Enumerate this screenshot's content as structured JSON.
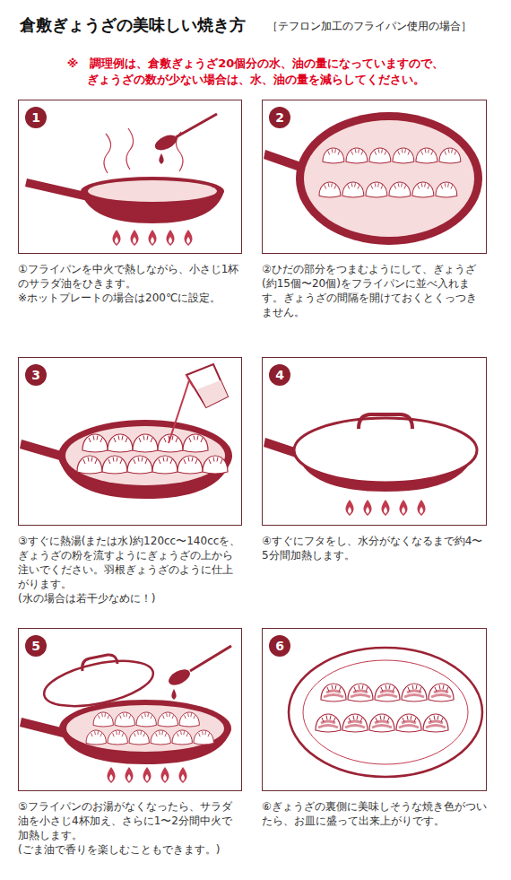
{
  "diagram": {
    "title": "倉敷ぎょうざの美味しい焼き方",
    "nodes": [
      {
        "text": [
          "1",
          "①フライパンを中火で熱しながら、小さじ1杯のサラダ油をひきます。",
          "※ホットプレートの場合は200℃に設定。"
        ]
      },
      {
        "text": [
          "2",
          "②ひだの部分をつまむようにして、ぎょうざ(約15個〜20個)をフライパンに並べ入れます。ぎょうざの間隔を開けておくとくっつきません。"
        ]
      },
      {
        "text": [
          "3",
          "③すぐに熱湯(または水)約120cc〜140ccを、ぎょうざの粉を流すようにぎょうざの上から注いでください。羽根ぎょうざのように仕上がります。",
          "(水の場合は若干少なめに！)"
        ]
      },
      {
        "text": [
          "4",
          "④すぐにフタをし、水分がなくなるまで約4〜5分間加熱します。"
        ]
      },
      {
        "text": [
          "5",
          "⑤フライパンのお湯がなくなったら、サラダ油を小さじ4杯加え、さらに1〜2分間中火で加熱します。",
          "(ごま油で香りを楽しむこともできます。)"
        ]
      },
      {
        "text": [
          "6",
          "⑥ぎょうざの裏側に美味しそうな焼き色がついたら、お皿に盛って出来上がりです。"
        ]
      }
    ],
    "labels": [
      "［テフロン加工のフライパン使用の場合］",
      "※　調理例は、倉敷ぎょうざ20個分の水、油の量になっていますので、",
      "ぎょうざの数が少ない場合は、水、油の量を減らしてください。"
    ]
  }
}
